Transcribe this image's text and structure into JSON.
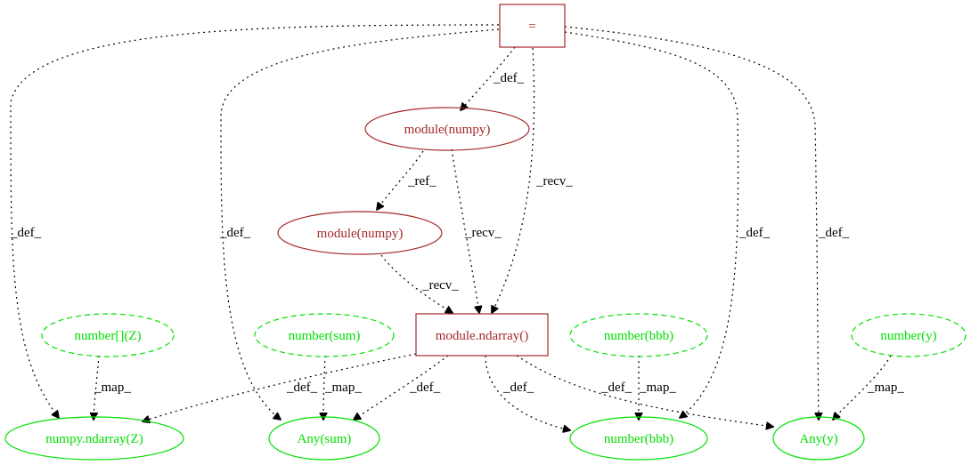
{
  "colors": {
    "op_node": "#a52a2a",
    "value_node": "#00e000",
    "edge": "#000000",
    "background": "#ffffff"
  },
  "nodes": {
    "eq": {
      "label": "="
    },
    "module_numpy_top": {
      "label": "module(numpy)"
    },
    "module_numpy_mid": {
      "label": "module(numpy)"
    },
    "ndarray_call": {
      "label": "module.ndarray()"
    },
    "number_arr_z": {
      "label": "number[](Z)"
    },
    "number_sum": {
      "label": "number(sum)"
    },
    "number_bbb_src": {
      "label": "number(bbb)"
    },
    "number_y": {
      "label": "number(y)"
    },
    "numpy_ndarray_z": {
      "label": "numpy.ndarray(Z)"
    },
    "any_sum": {
      "label": "Any(sum)"
    },
    "number_bbb_dst": {
      "label": "number(bbb)"
    },
    "any_y": {
      "label": "Any(y)"
    }
  },
  "edges": {
    "eq_to_module_numpy_top": {
      "label": "_def_"
    },
    "module_ref": {
      "label": "_ref_"
    },
    "eq_recv": {
      "label": "_recv_"
    },
    "top_recv": {
      "label": "_recv_"
    },
    "mid_recv": {
      "label": "_recv_"
    },
    "eq_to_numpy_ndarray_z": {
      "label": "_def_"
    },
    "eq_to_any_sum": {
      "label": "_def_"
    },
    "eq_to_number_bbb": {
      "label": "_def_"
    },
    "eq_to_any_y": {
      "label": "_def_"
    },
    "map_z": {
      "label": "_map_"
    },
    "call_to_sum": {
      "label": "_def_"
    },
    "map_sum": {
      "label": "_map_"
    },
    "call_to_bbb": {
      "label": "_def_"
    },
    "call_to_any_y": {
      "label": "_def_"
    },
    "map_bbb": {
      "label": "_map_"
    },
    "map_y": {
      "label": "_map_"
    }
  }
}
